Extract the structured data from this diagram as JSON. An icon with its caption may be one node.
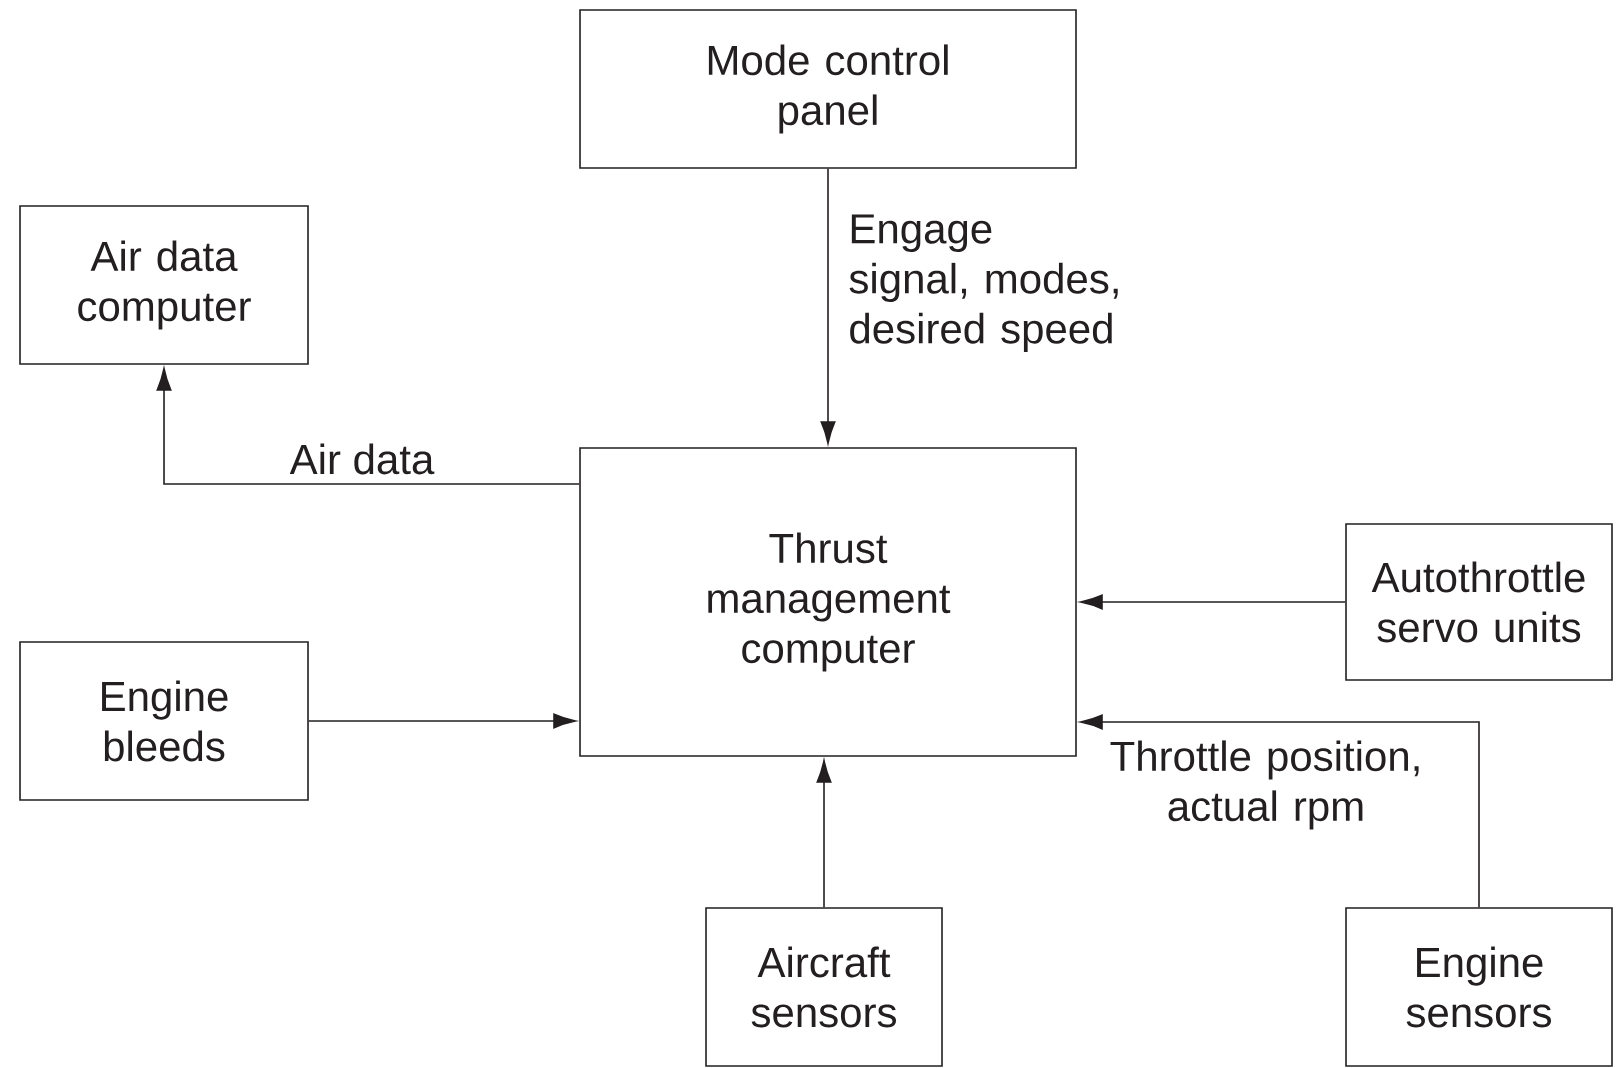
{
  "diagram": {
    "nodes": [
      {
        "text": [
          "Mode control panel"
        ]
      },
      {
        "text": [
          "Air data computer"
        ]
      },
      {
        "text": [
          "Thrust management computer"
        ]
      },
      {
        "text": [
          "Engine bleeds"
        ]
      },
      {
        "text": [
          "Autothrottle servo units"
        ]
      },
      {
        "text": [
          "Aircraft sensors"
        ]
      },
      {
        "text": [
          "Engine sensors"
        ]
      }
    ],
    "edges": [
      {
        "from": 0,
        "to": 2,
        "arrow": "to",
        "label": "Engage signal, modes, desired speed"
      },
      {
        "from": 2,
        "to": 1,
        "arrow": "to",
        "label": "Air data"
      },
      {
        "from": 3,
        "to": 2,
        "arrow": "to"
      },
      {
        "from": 4,
        "to": 2,
        "arrow": "to"
      },
      {
        "from": 5,
        "to": 2,
        "arrow": "to"
      },
      {
        "from": 6,
        "to": 2,
        "arrow": "to",
        "label": "Throttle position, actual rpm"
      }
    ]
  }
}
